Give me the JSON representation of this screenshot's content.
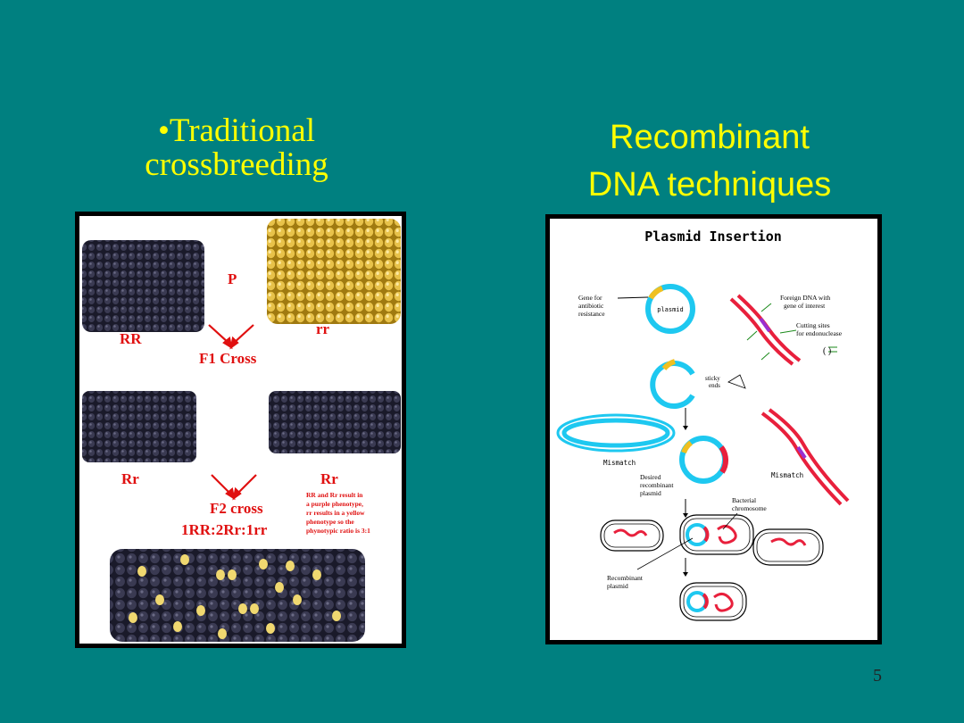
{
  "slide": {
    "left_heading": [
      "•Traditional",
      "crossbreeding"
    ],
    "right_heading": [
      "Recombinant",
      "DNA techniques"
    ],
    "page_number": "5"
  },
  "corn_figure": {
    "p_label": "P",
    "rr_dominant": "RR",
    "rr_recessive": "rr",
    "f1_label": "F1 Cross",
    "rr_left": "Rr",
    "rr_right": "Rr",
    "f2_label": "F2 cross",
    "ratio": "1RR:2Rr:1rr",
    "note": [
      "RR and Rr result in",
      "a purple phenotype,",
      "rr results in a yellow",
      "phenotype so the",
      "phynotypic ratio is 3:1"
    ]
  },
  "plasmid_figure": {
    "title": "Plasmid Insertion",
    "gene_for": [
      "Gene for",
      "antibiotic",
      "resistance"
    ],
    "plasmid": "plasmid",
    "foreign": [
      "Foreign DNA with",
      "gene of interest"
    ],
    "cutting": [
      "Cutting sites",
      "for endonuclease"
    ],
    "sticky": [
      "sticky",
      "ends"
    ],
    "mismatch_left": "Mismatch",
    "mismatch_right": "Mismatch",
    "desired": [
      "Desired",
      "recombinant",
      "plasmid"
    ],
    "bacterial": [
      "Bacterial",
      "chromosome"
    ],
    "recombinant": [
      "Recombinant",
      "plasmid"
    ]
  },
  "colors": {
    "background": "#008080",
    "heading": "#ffff00",
    "label_red": "#e01010",
    "dna_cyan": "#1ec8f0",
    "dna_red": "#e8203c"
  }
}
